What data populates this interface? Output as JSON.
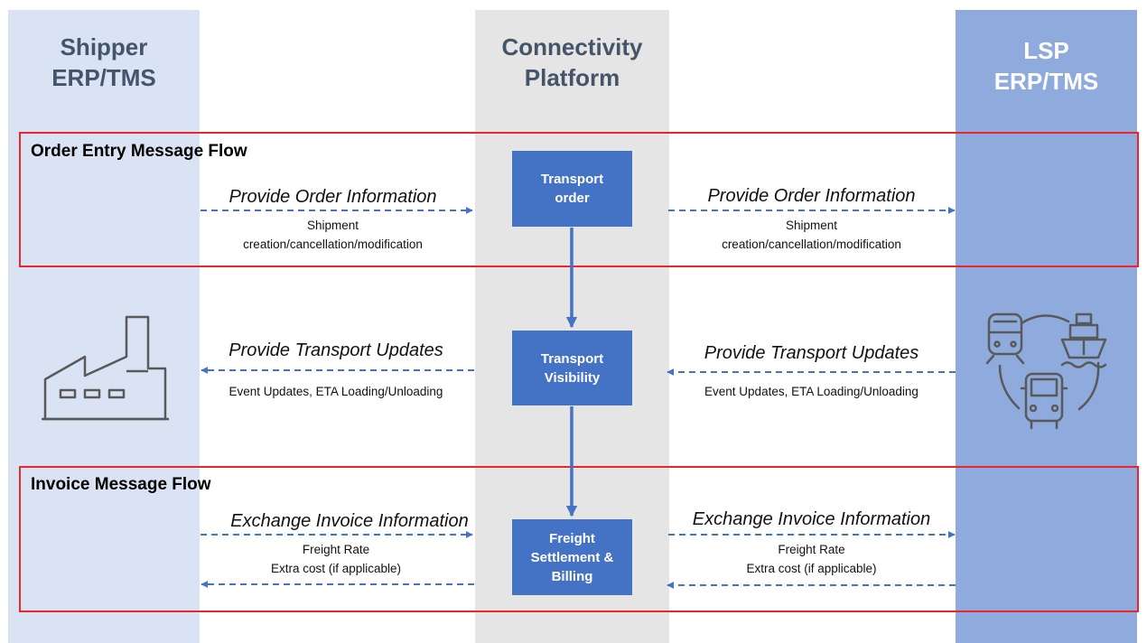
{
  "columns": {
    "shipper": {
      "title": "Shipper\nERP/TMS",
      "color": "#dae3f3"
    },
    "platform": {
      "title": "Connectivity\nPlatform",
      "color": "#e5e5e5"
    },
    "lsp": {
      "title": "LSP\nERP/TMS",
      "color": "#8faadc"
    }
  },
  "flows": {
    "order_entry": {
      "title": "Order Entry Message Flow"
    },
    "invoice": {
      "title": "Invoice Message Flow"
    }
  },
  "nodes": {
    "transport_order": "Transport\norder",
    "transport_visibility": "Transport\nVisibility",
    "freight_settlement": "Freight\nSettlement &\nBilling"
  },
  "connections": {
    "order_left": {
      "label": "Provide Order Information",
      "detail": "Shipment\ncreation/cancellation/modification"
    },
    "order_right": {
      "label": "Provide Order Information",
      "detail": "Shipment\ncreation/cancellation/modification"
    },
    "updates_left": {
      "label": "Provide Transport Updates",
      "detail": "Event Updates, ETA Loading/Unloading"
    },
    "updates_right": {
      "label": "Provide Transport Updates",
      "detail": "Event Updates, ETA Loading/Unloading"
    },
    "invoice_left": {
      "label": "Exchange Invoice Information",
      "detail": "Freight Rate\nExtra cost  (if applicable)"
    },
    "invoice_right": {
      "label": "Exchange Invoice Information",
      "detail": "Freight Rate\nExtra cost  (if applicable)"
    }
  },
  "icons": {
    "shipper": "factory-icon",
    "lsp": [
      "train-icon",
      "ship-icon",
      "truck-icon"
    ]
  },
  "colors": {
    "node": "#4472c4",
    "arrow": "#4472c4",
    "flow_border": "#e8262b",
    "icon_stroke": "#595959"
  }
}
